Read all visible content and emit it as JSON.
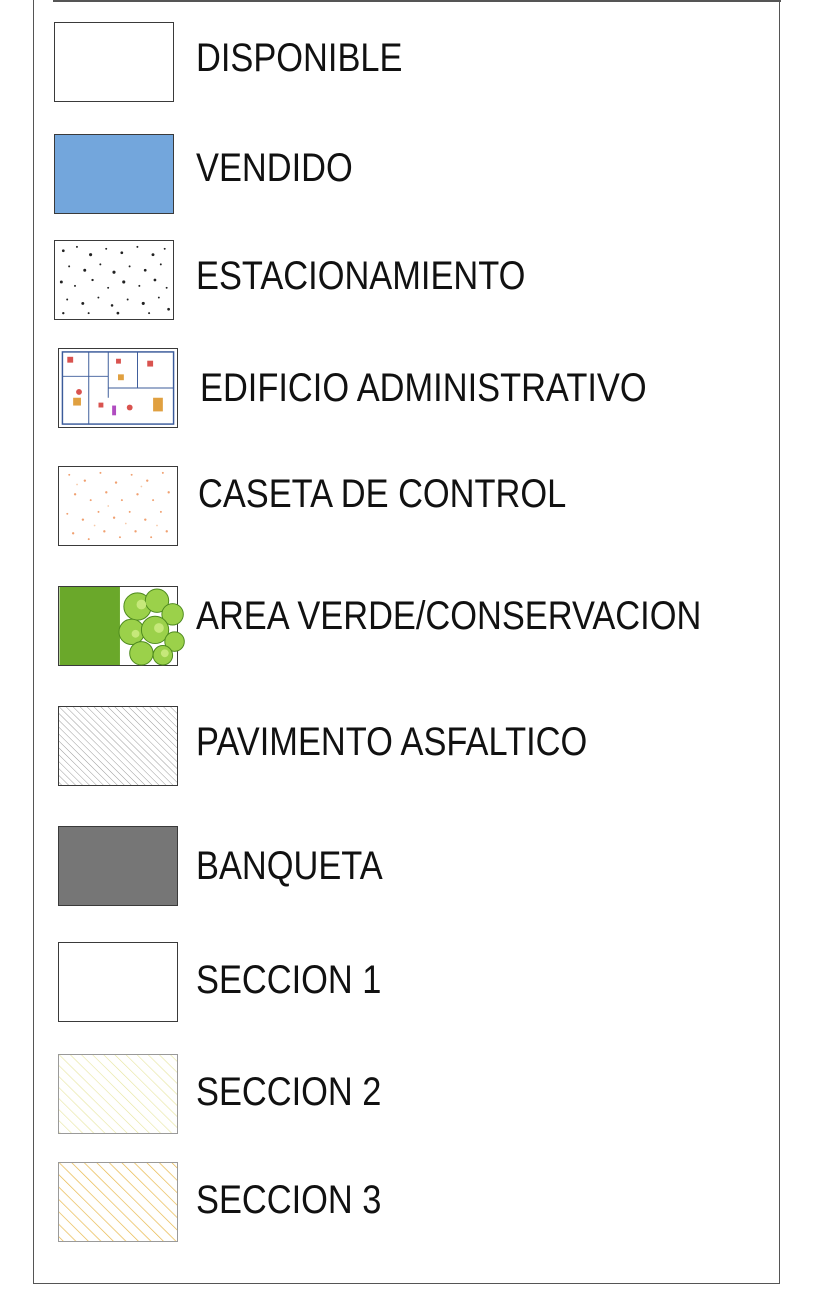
{
  "legend": {
    "items": [
      {
        "label": "DISPONIBLE",
        "pattern": "blank",
        "color": "#ffffff"
      },
      {
        "label": "VENDIDO",
        "pattern": "solid",
        "color": "#73a6dc"
      },
      {
        "label": "ESTACIONAMIENTO",
        "pattern": "dots",
        "color": "#222222"
      },
      {
        "label": "EDIFICIO ADMINISTRATIVO",
        "pattern": "floor-plan",
        "color": "#d9534f"
      },
      {
        "label": "CASETA DE CONTROL",
        "pattern": "speckle",
        "color": "#f0a070"
      },
      {
        "label": "AREA VERDE/CONSERVACION",
        "pattern": "green-trees",
        "color": "#6aa82a"
      },
      {
        "label": "PAVIMENTO ASFALTICO",
        "pattern": "hatch",
        "color": "#888888"
      },
      {
        "label": "BANQUETA",
        "pattern": "solid",
        "color": "#767676"
      },
      {
        "label": "SECCION  1",
        "pattern": "blank",
        "color": "#ffffff"
      },
      {
        "label": "SECCION  2",
        "pattern": "hatch",
        "color": "#e6e49a"
      },
      {
        "label": "SECCION  3",
        "pattern": "hatch",
        "color": "#e8b84a"
      }
    ]
  }
}
